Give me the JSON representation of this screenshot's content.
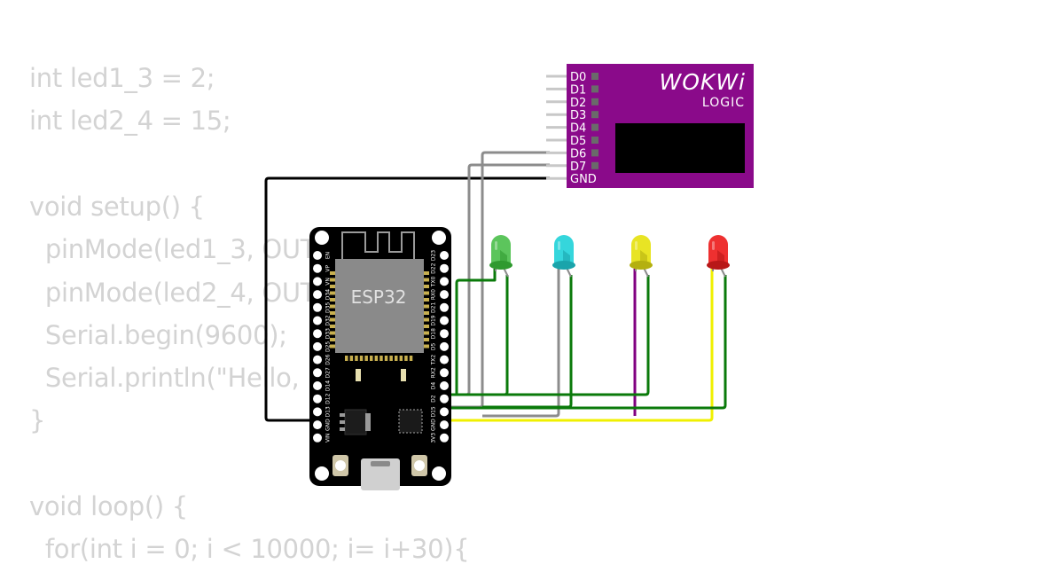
{
  "code_lines": [
    "int led1_3 = 2;",
    "int led2_4 = 15;",
    "",
    "void setup() {",
    "  pinMode(led1_3, OUTPUT);",
    "  pinMode(led2_4, OUTPUT);",
    "  Serial.begin(9600);",
    "  Serial.println(\"Hello, ESP32!\");",
    "}",
    "",
    "void loop() {",
    "  for(int i = 0; i < 10000; i= i+30){"
  ],
  "logic_analyzer": {
    "brand": "WOKWi",
    "label": "LOGIC",
    "pins": [
      "D0",
      "D1",
      "D2",
      "D3",
      "D4",
      "D5",
      "D6",
      "D7",
      "GND"
    ]
  },
  "board": {
    "chip_label": "ESP32",
    "left_pins": [
      "EN",
      "VP",
      "VN",
      "D34",
      "D35",
      "D32",
      "D33",
      "D25",
      "D26",
      "D27",
      "D14",
      "D12",
      "D13",
      "GND",
      "VIN"
    ],
    "right_pins": [
      "D23",
      "D22",
      "TX0",
      "RX0",
      "D21",
      "D19",
      "D18",
      "D5",
      "TX2",
      "RX2",
      "D4",
      "D2",
      "D15",
      "GND",
      "3V3"
    ]
  },
  "leds": [
    {
      "color": "green",
      "fill": "#5cc55c",
      "shade": "#2f9a2f"
    },
    {
      "color": "cyan",
      "fill": "#35d6dc",
      "shade": "#1aa4ab"
    },
    {
      "color": "yellow",
      "fill": "#e8e424",
      "shade": "#b4b010"
    },
    {
      "color": "red",
      "fill": "#ee3030",
      "shade": "#b81818"
    }
  ],
  "wire_colors": {
    "black": "#000000",
    "gray": "#8c8c8c",
    "green": "#0a7a0a",
    "purple": "#800080",
    "yellow": "#f0f000"
  }
}
